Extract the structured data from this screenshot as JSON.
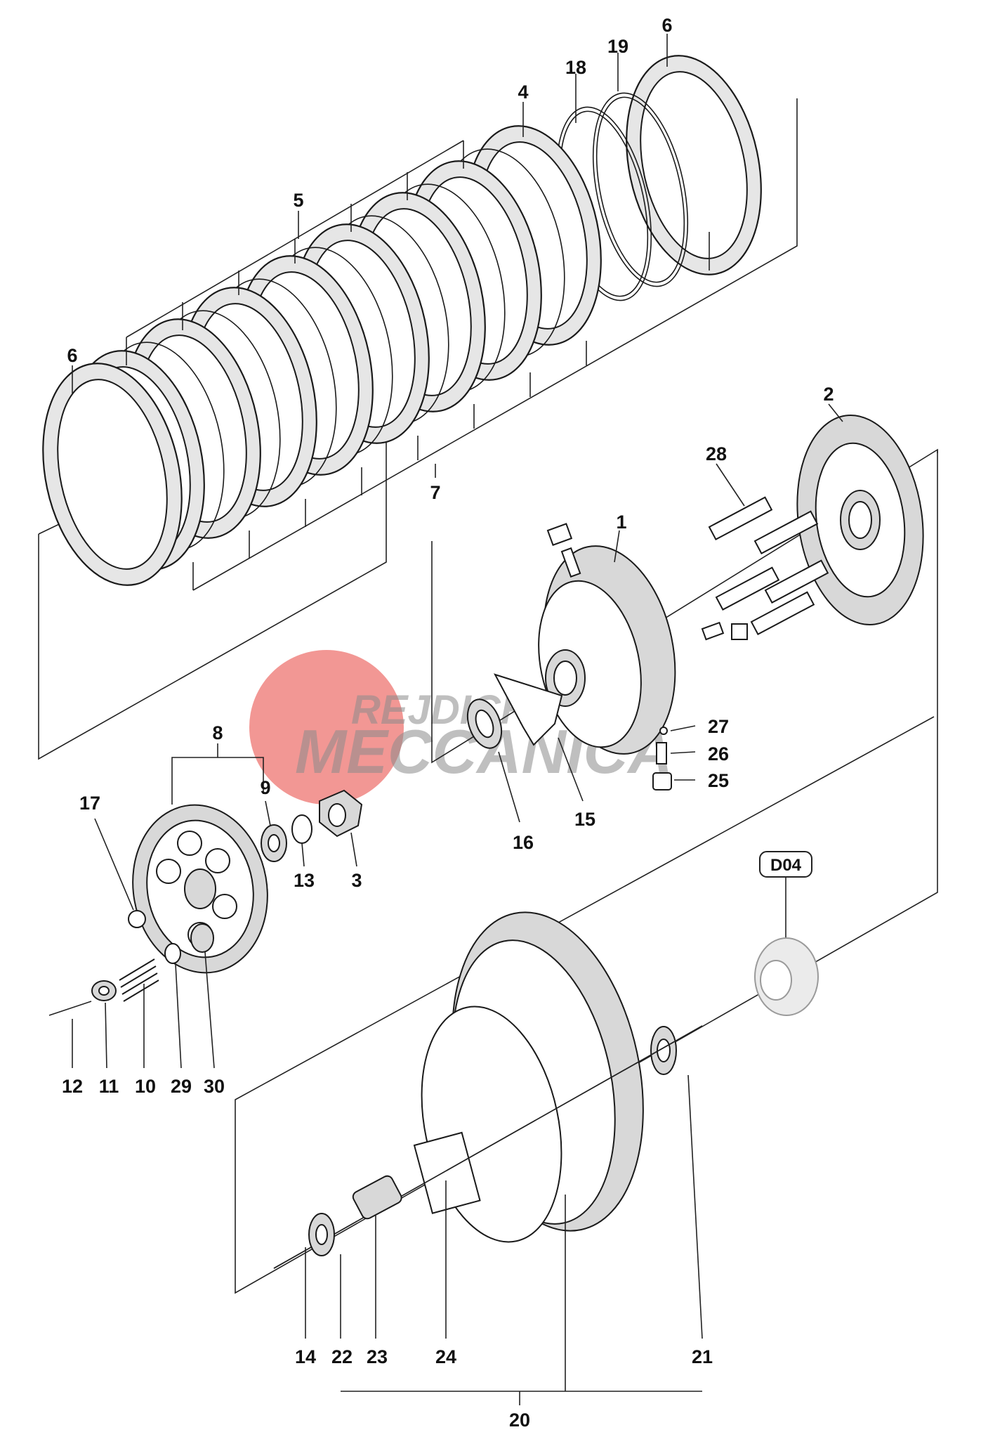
{
  "labels": {
    "l1": "1",
    "l2": "2",
    "l3": "3",
    "l4": "4",
    "l5": "5",
    "l6a": "6",
    "l6b": "6",
    "l7": "7",
    "l8": "8",
    "l9": "9",
    "l10": "10",
    "l11": "11",
    "l12": "12",
    "l13": "13",
    "l14": "14",
    "l15": "15",
    "l16": "16",
    "l17": "17",
    "l18": "18",
    "l19": "19",
    "l20": "20",
    "l21": "21",
    "l22": "22",
    "l23": "23",
    "l24": "24",
    "l25": "25",
    "l26": "26",
    "l27": "27",
    "l28": "28",
    "l29": "29",
    "l30": "30"
  },
  "badge": {
    "text": "D04"
  },
  "watermark": {
    "line1": "REJDICH",
    "line2": "MECCANICA",
    "accent_color": "#e8413c",
    "text_color": "#8c8c8c"
  }
}
